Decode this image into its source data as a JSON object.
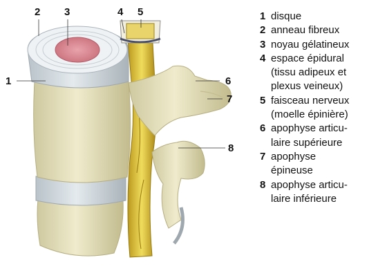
{
  "callouts": [
    "1",
    "2",
    "3",
    "4",
    "5",
    "6",
    "7",
    "8"
  ],
  "legend": [
    {
      "num": "1",
      "lines": [
        "disque"
      ]
    },
    {
      "num": "2",
      "lines": [
        "anneau fibreux"
      ]
    },
    {
      "num": "3",
      "lines": [
        "noyau gélatineux"
      ]
    },
    {
      "num": "4",
      "lines": [
        "espace épidural",
        "(tissu adipeux et",
        "plexus veineux)"
      ]
    },
    {
      "num": "5",
      "lines": [
        "faisceau nerveux",
        "(moelle épinière)"
      ]
    },
    {
      "num": "6",
      "lines": [
        "apophyse articu-",
        "laire supérieure"
      ]
    },
    {
      "num": "7",
      "lines": [
        "apophyse",
        "épineuse"
      ]
    },
    {
      "num": "8",
      "lines": [
        "apophyse articu-",
        "laire inférieure"
      ]
    }
  ],
  "colors": {
    "bone": "#e8e4c2",
    "bone_shadow": "#c9c49a",
    "disc": "#d5dde2",
    "nucleus": "#d98a93",
    "nerve": "#e2c93a",
    "nerve_dark": "#b8961c"
  }
}
